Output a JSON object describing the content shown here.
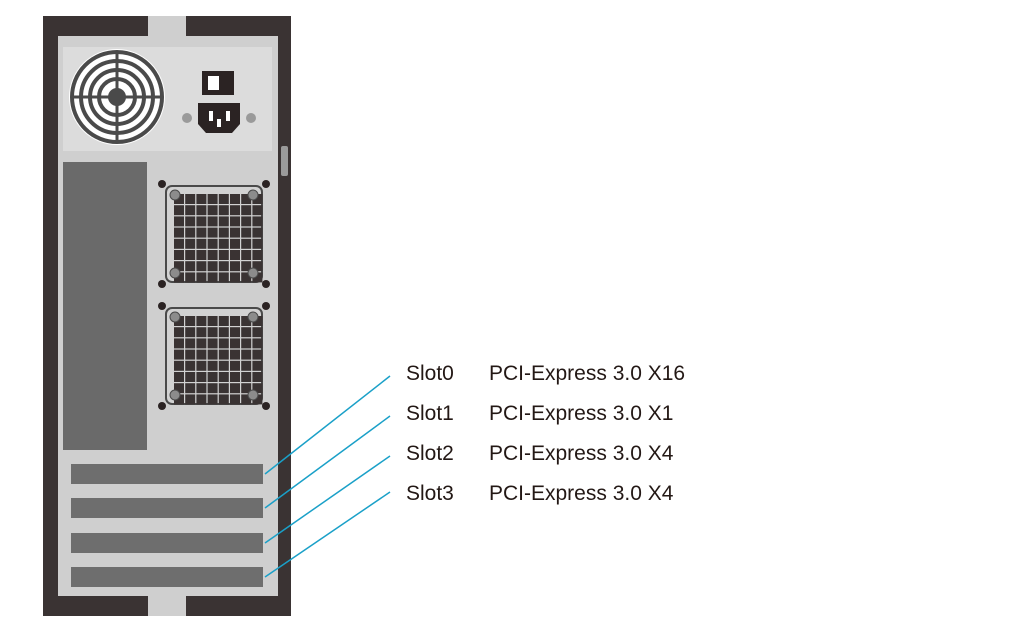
{
  "slots": [
    {
      "slot": "Slot0",
      "description": "PCI-Express 3.0 X16"
    },
    {
      "slot": "Slot1",
      "description": "PCI-Express 3.0 X1"
    },
    {
      "slot": "Slot2",
      "description": "PCI-Express 3.0 X4"
    },
    {
      "slot": "Slot3",
      "description": "PCI-Express 3.0 X4"
    }
  ],
  "colors": {
    "case_frame": "#3a3333",
    "back_panel": "#cfcfcf",
    "psu_area": "#dcdcdc",
    "bay_dark": "#6a6a6a",
    "slot_cover": "#6e6e6e",
    "leader_line": "#1aa0c8",
    "label_text": "#231815"
  }
}
